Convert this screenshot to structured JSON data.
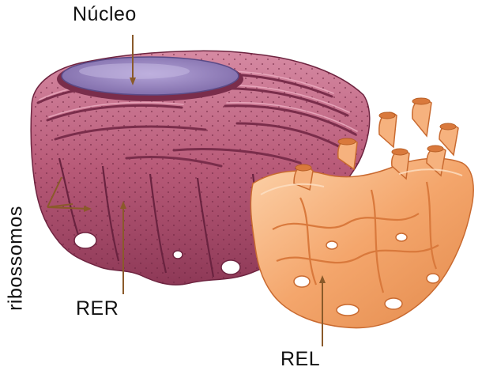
{
  "labels": {
    "nucleo": "Núcleo",
    "rer": "RER",
    "rel": "REL",
    "ribossomos": "ribossomos"
  },
  "colors": {
    "rer_base": "#b85a78",
    "rer_dark": "#7e2c4a",
    "rer_light": "#d98aa2",
    "nucleus": "#9a87c2",
    "rel_base": "#f4a66c",
    "rel_dark": "#d9793c",
    "rel_light": "#fbd0a8",
    "leader": "#8a5a2a"
  }
}
